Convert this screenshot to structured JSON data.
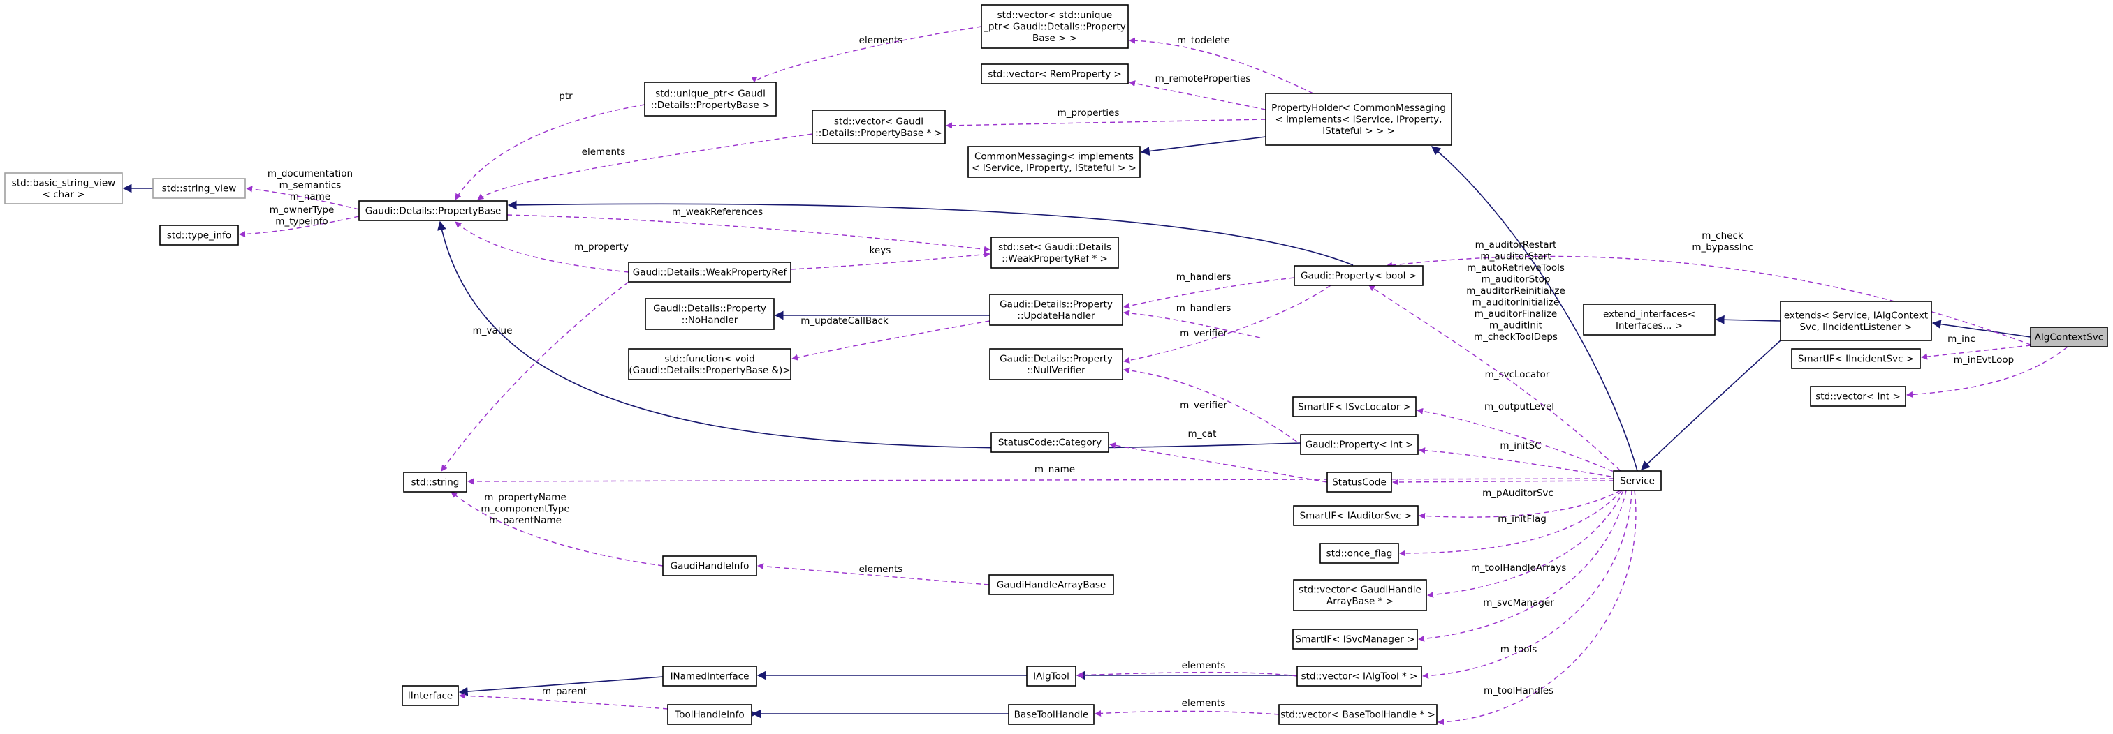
{
  "nodes": [
    {
      "id": "algcontextsvc",
      "lines": [
        "AlgContextSvc"
      ]
    },
    {
      "id": "extends",
      "lines": [
        "extends< Service, IAlgContext",
        "Svc, IIncidentListener >"
      ]
    },
    {
      "id": "extend_interfaces",
      "lines": [
        "extend_interfaces<",
        "Interfaces... >"
      ]
    },
    {
      "id": "service",
      "lines": [
        "Service"
      ]
    },
    {
      "id": "smartif_iincidentsvc",
      "lines": [
        "SmartIF< IIncidentSvc >"
      ]
    },
    {
      "id": "vector_int",
      "lines": [
        "std::vector< int >"
      ]
    },
    {
      "id": "propertyholder",
      "lines": [
        "PropertyHolder< CommonMessaging",
        "< implements< IService, IProperty,",
        "IStateful > > >"
      ]
    },
    {
      "id": "commonmessaging",
      "lines": [
        "CommonMessaging< implements",
        "< IService, IProperty, IStateful > >"
      ]
    },
    {
      "id": "vector_unique_ptr",
      "lines": [
        "std::vector< std::unique",
        "_ptr< Gaudi::Details::Property",
        "Base > >"
      ]
    },
    {
      "id": "vector_remproperty",
      "lines": [
        "std::vector< RemProperty >"
      ]
    },
    {
      "id": "vector_propertybase_ptr",
      "lines": [
        "std::vector< Gaudi",
        "::Details::PropertyBase * >"
      ]
    },
    {
      "id": "unique_ptr",
      "lines": [
        "std::unique_ptr< Gaudi",
        "::Details::PropertyBase >"
      ]
    },
    {
      "id": "propertybase",
      "lines": [
        "Gaudi::Details::PropertyBase"
      ]
    },
    {
      "id": "basic_string_view",
      "lines": [
        "std::basic_string_view",
        "< char >"
      ]
    },
    {
      "id": "string_view",
      "lines": [
        "std::string_view"
      ]
    },
    {
      "id": "type_info",
      "lines": [
        "std::type_info"
      ]
    },
    {
      "id": "set_weakpropertyref",
      "lines": [
        "std::set< Gaudi::Details",
        "::WeakPropertyRef * >"
      ]
    },
    {
      "id": "weakpropertyref",
      "lines": [
        "Gaudi::Details::WeakPropertyRef"
      ]
    },
    {
      "id": "property_bool",
      "lines": [
        "Gaudi::Property< bool >"
      ]
    },
    {
      "id": "nohandler",
      "lines": [
        "Gaudi::Details::Property",
        "::NoHandler"
      ]
    },
    {
      "id": "updatehandler",
      "lines": [
        "Gaudi::Details::Property",
        "::UpdateHandler"
      ]
    },
    {
      "id": "function_void",
      "lines": [
        "std::function< void",
        "(Gaudi::Details::PropertyBase &)>"
      ]
    },
    {
      "id": "nullverifier",
      "lines": [
        "Gaudi::Details::Property",
        "::NullVerifier"
      ]
    },
    {
      "id": "smartif_isvclocator",
      "lines": [
        "SmartIF< ISvcLocator >"
      ]
    },
    {
      "id": "property_int",
      "lines": [
        "Gaudi::Property< int >"
      ]
    },
    {
      "id": "statuscode_category",
      "lines": [
        "StatusCode::Category"
      ]
    },
    {
      "id": "statuscode",
      "lines": [
        "StatusCode"
      ]
    },
    {
      "id": "std_string",
      "lines": [
        "std::string"
      ]
    },
    {
      "id": "smartif_iauditorsvc",
      "lines": [
        "SmartIF< IAuditorSvc >"
      ]
    },
    {
      "id": "once_flag",
      "lines": [
        "std::once_flag"
      ]
    },
    {
      "id": "gaudihandleinfo",
      "lines": [
        "GaudiHandleInfo"
      ]
    },
    {
      "id": "gaudihandlearraybase",
      "lines": [
        "GaudiHandleArrayBase"
      ]
    },
    {
      "id": "vector_gaudihandlearraybase",
      "lines": [
        "std::vector< GaudiHandle",
        "ArrayBase * >"
      ]
    },
    {
      "id": "smartif_isvcmanager",
      "lines": [
        "SmartIF< ISvcManager >"
      ]
    },
    {
      "id": "inamedinterface",
      "lines": [
        "INamedInterface"
      ]
    },
    {
      "id": "ialgtool",
      "lines": [
        "IAlgTool"
      ]
    },
    {
      "id": "vector_ialgtool",
      "lines": [
        "std::vector< IAlgTool * >"
      ]
    },
    {
      "id": "iinterface",
      "lines": [
        "IInterface"
      ]
    },
    {
      "id": "toolhandleinfo",
      "lines": [
        "ToolHandleInfo"
      ]
    },
    {
      "id": "basetoolhandle",
      "lines": [
        "BaseToolHandle"
      ]
    },
    {
      "id": "vector_basetoolhandle",
      "lines": [
        "std::vector< BaseToolHandle * >"
      ]
    }
  ],
  "edges": [
    {
      "id": "e1",
      "lines": [
        "m_check",
        "m_bypassInc"
      ]
    },
    {
      "id": "e2",
      "lines": [
        "m_inc"
      ]
    },
    {
      "id": "e3",
      "lines": [
        "m_inEvtLoop"
      ]
    },
    {
      "id": "e4",
      "lines": [
        "m_todelete"
      ]
    },
    {
      "id": "e5",
      "lines": [
        "m_remoteProperties"
      ]
    },
    {
      "id": "e6",
      "lines": [
        "m_properties"
      ]
    },
    {
      "id": "e7",
      "lines": [
        "elements"
      ]
    },
    {
      "id": "e8",
      "lines": [
        "ptr"
      ]
    },
    {
      "id": "e9",
      "lines": [
        "elements"
      ]
    },
    {
      "id": "e10",
      "lines": [
        "m_documentation",
        "m_semantics",
        "m_name"
      ]
    },
    {
      "id": "e11",
      "lines": [
        "m_ownerType",
        "m_typeinfo"
      ]
    },
    {
      "id": "e12",
      "lines": [
        "m_weakReferences"
      ]
    },
    {
      "id": "e13",
      "lines": [
        "keys"
      ]
    },
    {
      "id": "e14",
      "lines": [
        "m_property"
      ]
    },
    {
      "id": "e15",
      "lines": [
        "m_value"
      ]
    },
    {
      "id": "e16",
      "lines": [
        "m_handlers"
      ]
    },
    {
      "id": "e17",
      "lines": [
        "m_handlers"
      ]
    },
    {
      "id": "e18",
      "lines": [
        "m_updateCallBack"
      ]
    },
    {
      "id": "e19",
      "lines": [
        "m_verifier"
      ]
    },
    {
      "id": "e20",
      "lines": [
        "m_verifier"
      ]
    },
    {
      "id": "e21",
      "lines": [
        "m_auditorRestart",
        "m_auditorStart",
        "m_autoRetrieveTools",
        "m_auditorStop",
        "m_auditorReinitialize",
        "m_auditorInitialize",
        "m_auditorFinalize",
        "m_auditInit",
        "m_checkToolDeps"
      ]
    },
    {
      "id": "e22",
      "lines": [
        "m_svcLocator"
      ]
    },
    {
      "id": "e23",
      "lines": [
        "m_outputLevel"
      ]
    },
    {
      "id": "e24",
      "lines": [
        "m_cat"
      ]
    },
    {
      "id": "e25",
      "lines": [
        "m_initSC"
      ]
    },
    {
      "id": "e26",
      "lines": [
        "m_name"
      ]
    },
    {
      "id": "e27",
      "lines": [
        "m_pAuditorSvc"
      ]
    },
    {
      "id": "e28",
      "lines": [
        "m_initFlag"
      ]
    },
    {
      "id": "e29",
      "lines": [
        "m_propertyName",
        "m_componentType",
        "m_parentName"
      ]
    },
    {
      "id": "e30",
      "lines": [
        "elements"
      ]
    },
    {
      "id": "e31",
      "lines": [
        "m_toolHandleArrays"
      ]
    },
    {
      "id": "e32",
      "lines": [
        "m_svcManager"
      ]
    },
    {
      "id": "e33",
      "lines": [
        "elements"
      ]
    },
    {
      "id": "e34",
      "lines": [
        "m_tools"
      ]
    },
    {
      "id": "e35",
      "lines": [
        "m_parent"
      ]
    },
    {
      "id": "e36",
      "lines": [
        "elements"
      ]
    },
    {
      "id": "e37",
      "lines": [
        "m_toolHandles"
      ]
    }
  ]
}
